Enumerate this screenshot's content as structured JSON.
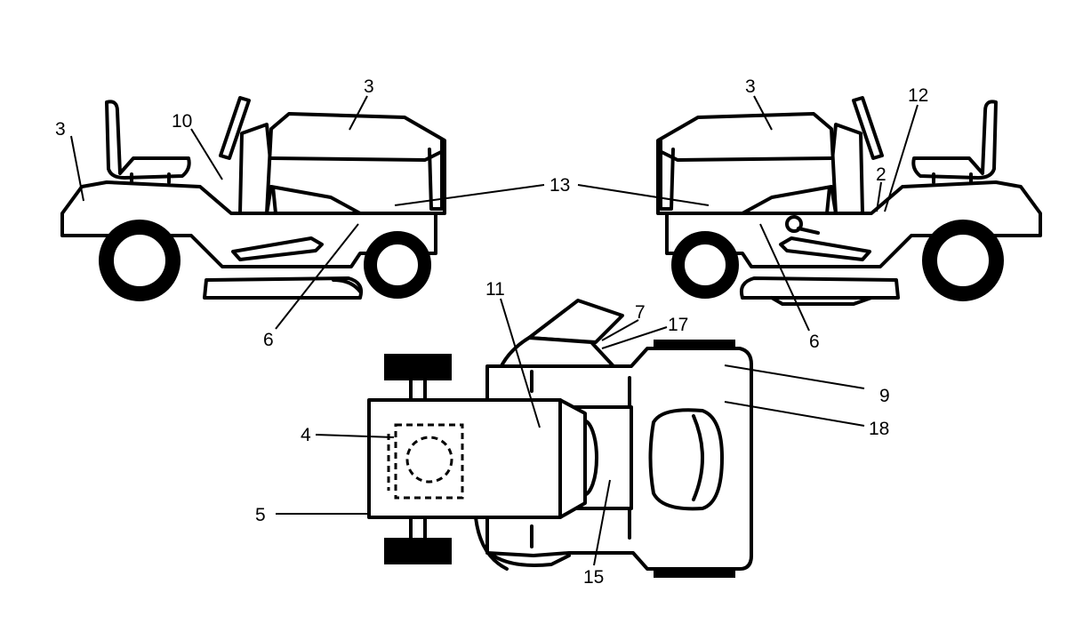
{
  "callouts": {
    "l_seat": "3",
    "l_hood": "3",
    "l_fender": "10",
    "l_side": "6",
    "center": "13",
    "r_hood": "3",
    "r_side": "6",
    "r_lever": "2",
    "r_rear": "12",
    "t_hood": "11",
    "t_grille": "4",
    "t_front": "5",
    "t_chute_a": "7",
    "t_chute_b": "17",
    "t_seat_a": "9",
    "t_seat_b": "18",
    "t_floor": "15"
  }
}
